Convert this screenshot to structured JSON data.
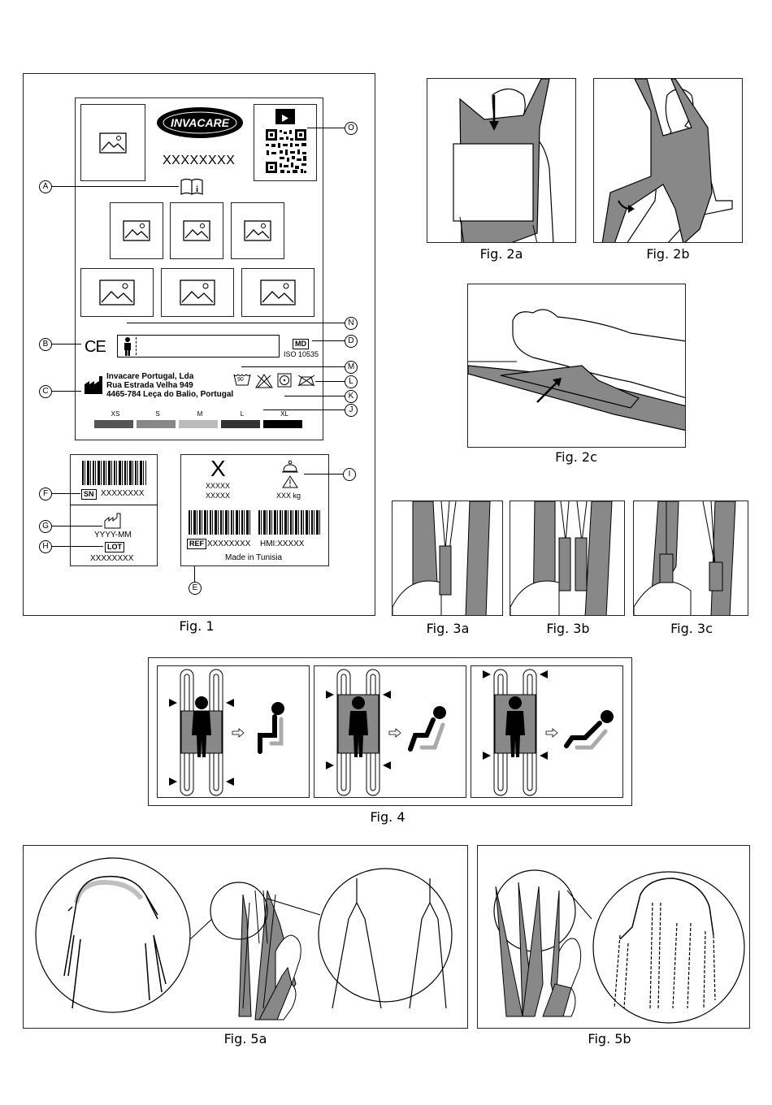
{
  "figures": {
    "fig1": "Fig. 1",
    "fig2a": "Fig. 2a",
    "fig2b": "Fig. 2b",
    "fig2c": "Fig. 2c",
    "fig3a": "Fig. 3a",
    "fig3b": "Fig. 3b",
    "fig3c": "Fig. 3c",
    "fig4": "Fig. 4",
    "fig5a": "Fig. 5a",
    "fig5b": "Fig. 5b"
  },
  "label": {
    "brand": "INVACARE",
    "model_code": "XXXXXXXX",
    "manufacturer_line1": "Invacare Portugal, Lda",
    "manufacturer_line2": "Rua Estrada Velha 949",
    "manufacturer_line3": "4465-784 Leça do Balio, Portugal",
    "md": "MD",
    "iso": "ISO 10535",
    "wash_temp": "90",
    "ce": "CE",
    "sizes": [
      {
        "name": "XS",
        "color": "#555555"
      },
      {
        "name": "S",
        "color": "#888888"
      },
      {
        "name": "M",
        "color": "#bbbbbb"
      },
      {
        "name": "L",
        "color": "#333333"
      },
      {
        "name": "XL",
        "color": "#000000"
      }
    ],
    "sn_tag": "SN",
    "sn_value": "XXXXXXXX",
    "date": "YYYY-MM",
    "lot_tag": "LOT",
    "lot_value": "XXXXXXXX",
    "size_letter": "X",
    "size_code1": "XXXXX",
    "size_code2": "XXXXX",
    "max_load": "XXX kg",
    "ref_tag": "REF",
    "ref_value": "XXXXXXXX",
    "hmi": "HMI:XXXXX",
    "made_in": "Made in Tunisia"
  },
  "callouts": [
    "A",
    "B",
    "C",
    "D",
    "E",
    "F",
    "G",
    "H",
    "I",
    "J",
    "K",
    "L",
    "M",
    "N",
    "O"
  ],
  "colors": {
    "sling_gray": "#888888",
    "light_gray": "#bbbbbb",
    "line": "#222222"
  }
}
